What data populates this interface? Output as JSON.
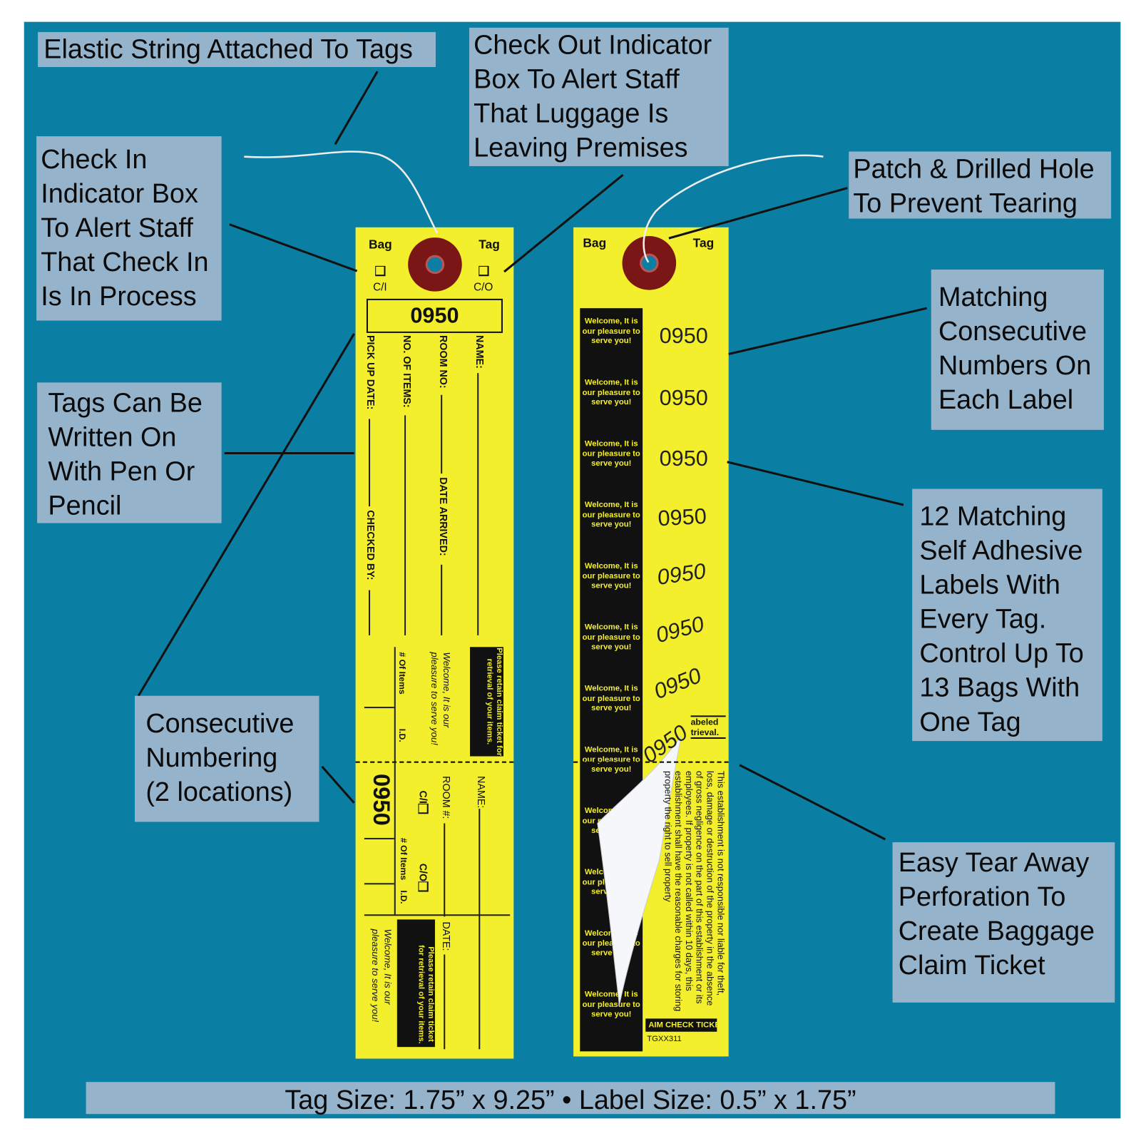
{
  "colors": {
    "background": "#0b7fa3",
    "callout": "#95b4cc",
    "tag": "#f4ef2c",
    "patch": "#7a1616"
  },
  "callouts": {
    "elastic": [
      "Elastic String Attached To Tags"
    ],
    "check_out": [
      "Check Out Indicator",
      "Box To Alert Staff",
      "That Luggage Is",
      "Leaving Premises"
    ],
    "check_in": [
      "Check In",
      "Indicator Box",
      "To Alert Staff",
      "That Check In",
      "Is In Process"
    ],
    "patch": [
      "Patch & Drilled Hole",
      "To Prevent Tearing"
    ],
    "matching": [
      "Matching",
      "Consecutive",
      "Numbers On",
      "Each Label"
    ],
    "written": [
      "Tags Can Be",
      "Written On",
      "With Pen Or",
      "Pencil"
    ],
    "twelve": [
      "12 Matching",
      "Self Adhesive",
      "Labels With",
      "Every Tag.",
      "Control Up To",
      "13 Bags With",
      "One Tag"
    ],
    "consecutive": [
      "Consecutive",
      "Numbering",
      "(2 locations)"
    ],
    "tear": [
      "Easy Tear Away",
      "Perforation To",
      "Create Baggage",
      "Claim Ticket"
    ]
  },
  "footer": "Tag Size: 1.75” x 9.25” • Label Size: 0.5” x 1.75”",
  "front_tag": {
    "bag": "Bag",
    "tag": "Tag",
    "ci": "C/I",
    "co": "C/O",
    "number": "0950",
    "name": "NAME:",
    "room_no": "ROOM NO:",
    "no_items": "NO. OF ITEMS:",
    "pickup": "PICK UP DATE:",
    "date_arrived": "DATE ARRIVED:",
    "checked_by": "CHECKED BY:",
    "retain": "Please retain claim ticket for retrieval of your items.",
    "welcome": "Welcome, It is our pleasure to serve you!",
    "of_items": "# Of Items",
    "id": "I.D.",
    "stub": {
      "number": "0950",
      "name": "NAME:",
      "room": "ROOM #:",
      "ci": "C/I",
      "co": "C/O",
      "date": "DATE:",
      "of_items": "# Of Items",
      "id": "I.D.",
      "retain": "Please retain claim ticket for retrieval of your items.",
      "welcome": "Welcome, It is our pleasure to serve you!"
    }
  },
  "back_tag": {
    "bag": "Bag",
    "tag": "Tag",
    "label_text": "Welcome, It is our pleasure to serve you!",
    "label_count": 12,
    "numbers": [
      "0950",
      "0950",
      "0950",
      "0950",
      "0950",
      "0950",
      "0950",
      "0950"
    ],
    "partial": "abeled\ntrieval.",
    "legal": "This establishment is not responsible nor liable for theft, loss, damage or destruction of the property in the absence of gross negligence on the part of this establishment or its employees. If property is not called within 10 days, this establishment shall have the reasonable charges for storing property the right to sell property",
    "ticket": "AIM CHECK TICKET",
    "code": "TGXX311"
  }
}
